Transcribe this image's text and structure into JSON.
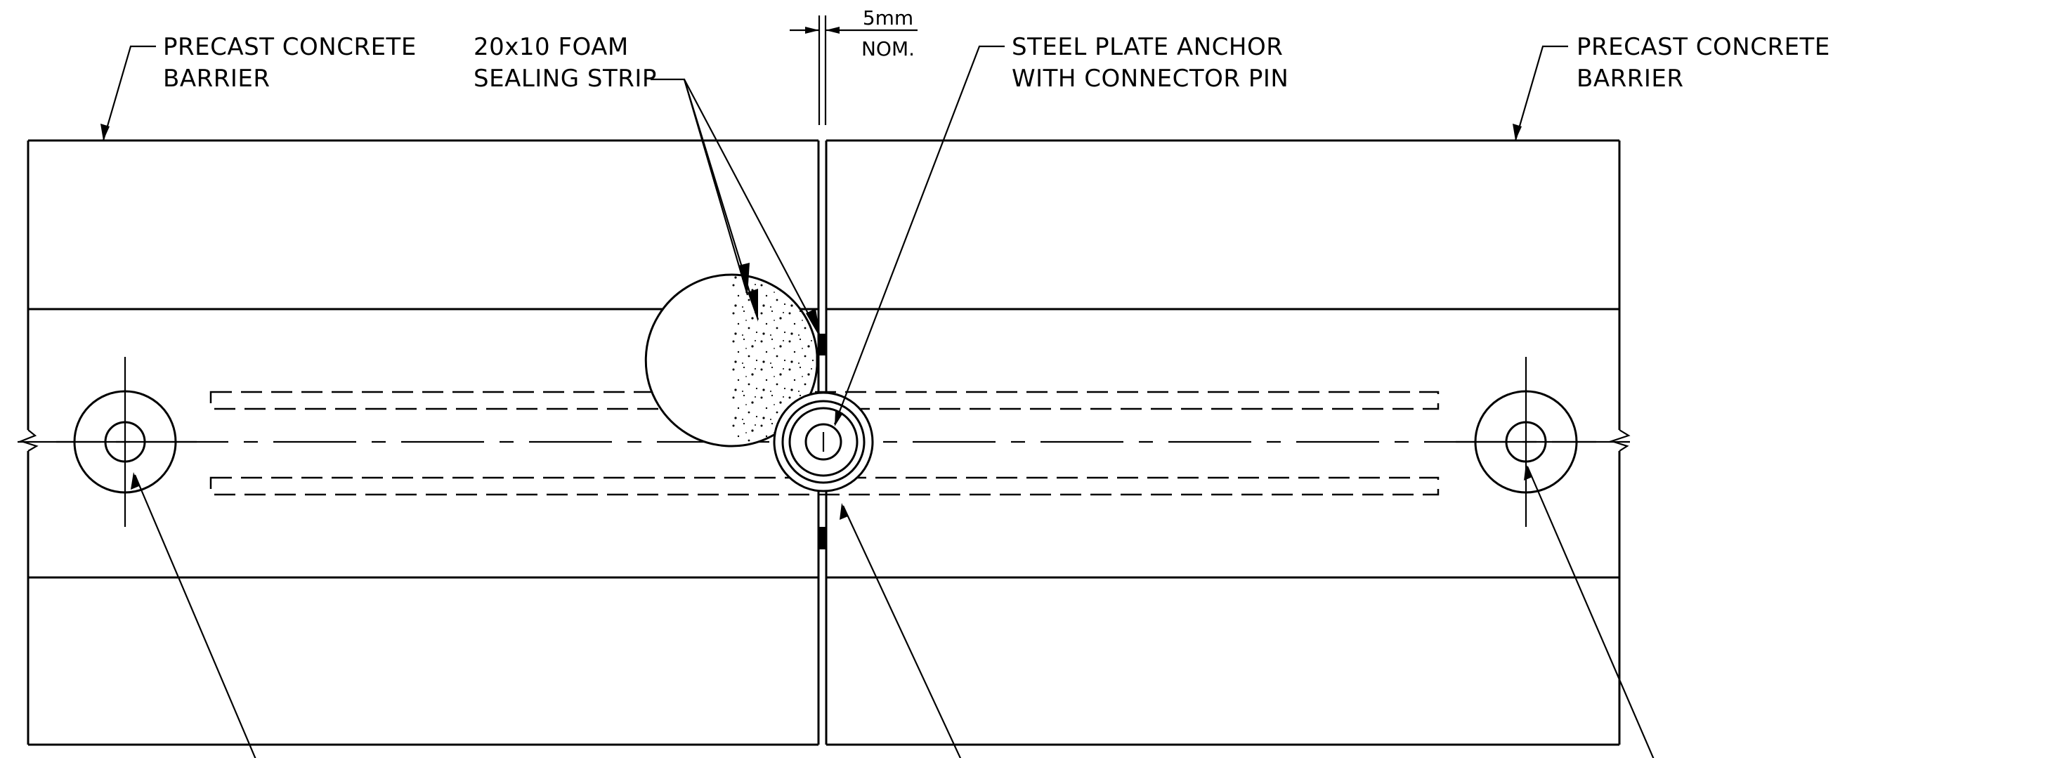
{
  "labels": {
    "barrier_left": [
      "PRECAST CONCRETE",
      "BARRIER"
    ],
    "foam_strip": [
      "20x10 FOAM",
      "SEALING STRIP"
    ],
    "anchor": [
      "STEEL PLATE ANCHOR",
      "WITH CONNECTOR PIN"
    ],
    "barrier_right": [
      "PRECAST CONCRETE",
      "BARRIER"
    ]
  },
  "dimension": {
    "value": "5mm",
    "note": "NOM."
  }
}
